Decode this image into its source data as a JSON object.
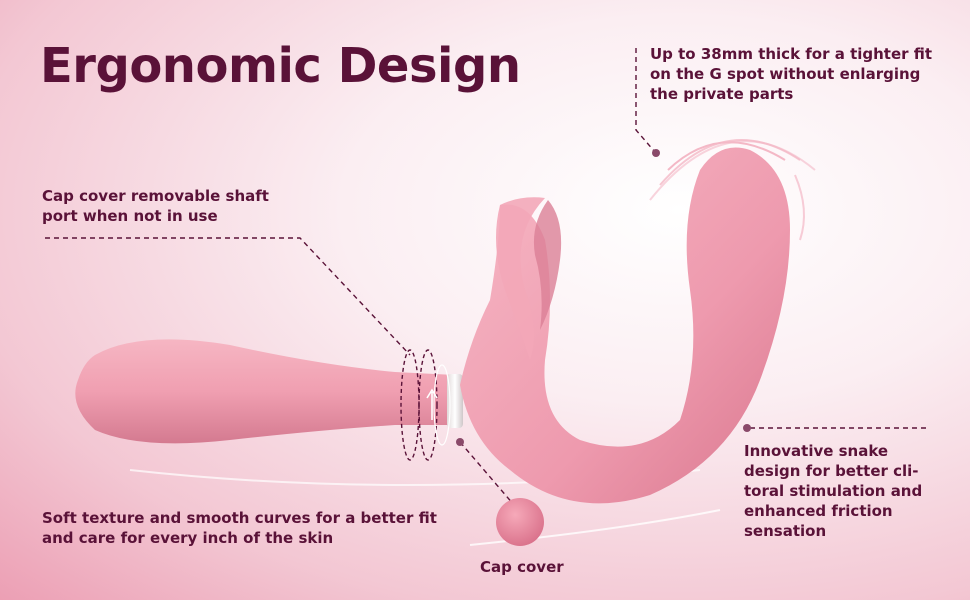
{
  "title": "Ergonomic Design",
  "callouts": {
    "thickness": [
      "Up to 38mm thick for a tighter fit",
      "on the G spot without enlarging",
      "the private parts"
    ],
    "cap_cover": [
      "Cap cover removable shaft",
      "port when not in use"
    ],
    "snake": [
      "Innovative snake",
      "design for better cli-",
      "toral stimulation and",
      "enhanced friction",
      "sensation"
    ],
    "texture": [
      "Soft texture and smooth curves for a better fit",
      "and care for every inch of the skin"
    ],
    "cap_label": "Cap cover"
  },
  "colors": {
    "title": "#5a1238",
    "text": "#5a1238",
    "product": "#f1a3b3",
    "product_shadow": "#d97f94",
    "dashed_line": "#5a1238",
    "accent_dot": "#8a4a6a"
  }
}
